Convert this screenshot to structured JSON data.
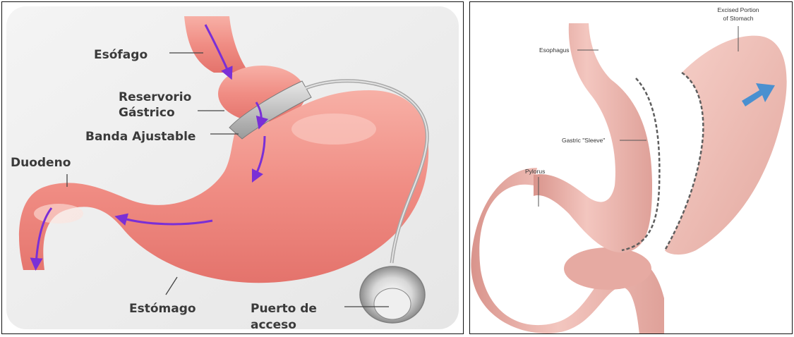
{
  "left_diagram": {
    "labels": {
      "esofago": "Esófago",
      "reservorio_1": "Reservorio",
      "reservorio_2": "Gástrico",
      "banda": "Banda Ajustable",
      "duodeno": "Duodeno",
      "estomago": "Estómago",
      "puerto_1": "Puerto de",
      "puerto_2": "acceso"
    },
    "colors": {
      "flow_arrow": "#7a2fd6",
      "tissue": "#f0938c",
      "band": "#c9c9c9"
    }
  },
  "right_diagram": {
    "labels": {
      "excised_1": "Excised Portion",
      "excised_2": "of Stomach",
      "esophagus": "Esophagus",
      "sleeve": "Gastric \"Sleeve\"",
      "pylorus": "Pylorus"
    },
    "colors": {
      "arrow": "#4a90d0",
      "tissue": "#ecb4ac"
    }
  }
}
